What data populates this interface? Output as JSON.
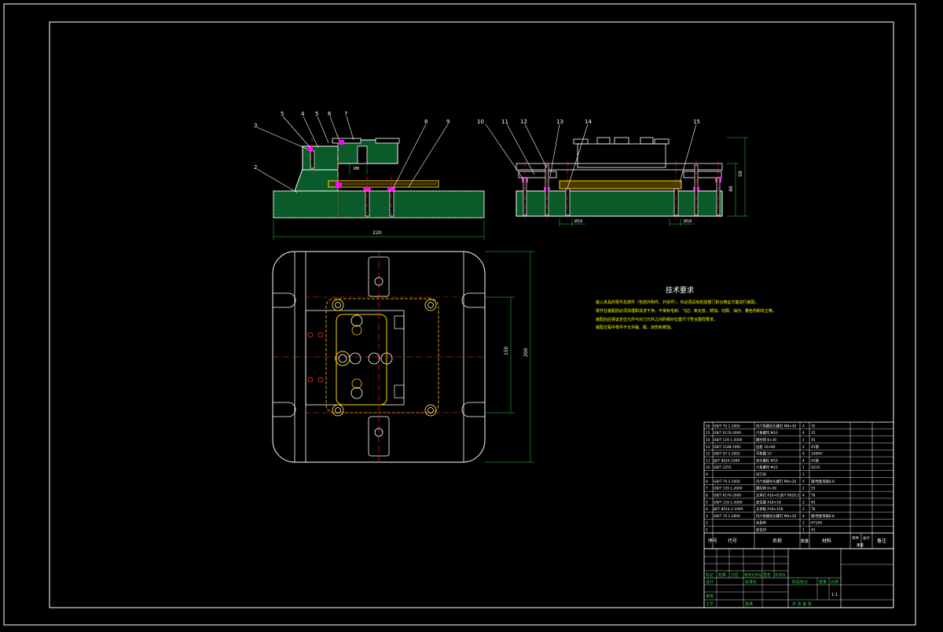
{
  "drawing": {
    "balloons_left": [
      "3",
      "2",
      "5",
      "4",
      "5",
      "6",
      "7",
      "8",
      "9"
    ],
    "balloons_right": [
      "10",
      "11",
      "12",
      "13",
      "14",
      "15"
    ],
    "dim_front_width": "220",
    "dim_plan_inner": "150",
    "dim_plan_outer": "200",
    "dim_side_h1": "58",
    "dim_side_h2": "46",
    "dim_side_small1": "Ø16",
    "dim_side_small2": "Ø16",
    "dim_front_small": "Ø8"
  },
  "tech_req": {
    "title": "技术要求",
    "lines": [
      "装入夹具的零件及部件（包括外购件、外协件），均必须具有检验部门的合格证方能进行装配。",
      "零件在装配前必须清理和清洗干净，不得有毛刺、飞边、氧化皮、锈蚀、切屑、油污、着色剂和灰尘等。",
      "装配后应保证定位元件与对刀元件之间的相对位置尺寸符合图样要求。",
      "装配过程中零件不允许磕、碰、划伤和锈蚀。"
    ]
  },
  "bom": {
    "rows": [
      {
        "no": "16",
        "code": "GB/T 70.1-2000",
        "name": "内六角圆柱头螺钉 M8×30",
        "qty": "4",
        "material": "35"
      },
      {
        "no": "15",
        "code": "GB/T 6170-2000",
        "name": "六角螺母 M10",
        "qty": "4",
        "material": "35"
      },
      {
        "no": "14",
        "code": "GB/T 119.1-2000",
        "name": "圆柱销 8×30",
        "qty": "2",
        "material": "45"
      },
      {
        "no": "13",
        "code": "GB/T 2148-1991",
        "name": "压板 10×80",
        "qty": "2",
        "material": "45钢"
      },
      {
        "no": "12",
        "code": "GB/T 97.1-2002",
        "name": "平垫圈 10",
        "qty": "4",
        "material": "140HV"
      },
      {
        "no": "11",
        "code": "JB/T 8024-1999",
        "name": "双头螺柱 M10",
        "qty": "4",
        "material": "45钢"
      },
      {
        "no": "10",
        "code": "GB/T 2255",
        "name": "六角螺母 M10",
        "qty": "1",
        "material": "Q235"
      },
      {
        "no": "9",
        "code": "",
        "name": "对刀块",
        "qty": "1",
        "material": ""
      },
      {
        "no": "8",
        "code": "GB/T 70.1-2000",
        "name": "内六角圆柱头螺钉 M6×20",
        "qty": "4",
        "material": "钢/性能等级8.8"
      },
      {
        "no": "7",
        "code": "GB/T 119.1-2000",
        "name": "圆柱销 6×30",
        "qty": "2",
        "material": "35"
      },
      {
        "no": "6",
        "code": "GB/T 6170-2000",
        "name": "支承钉 A16×8 JB/T 8029.2",
        "qty": "4",
        "material": "T8"
      },
      {
        "no": "5",
        "code": "GB/T 119.1-2000",
        "name": "定位键 A18×18",
        "qty": "2",
        "material": "45"
      },
      {
        "no": "4",
        "code": "JB/T 8014.2-1999",
        "name": "支承板 A18×100",
        "qty": "2",
        "material": "T8"
      },
      {
        "no": "3",
        "code": "GB/T 70.1-2000",
        "name": "内六角圆柱头螺钉 M6×20",
        "qty": "4",
        "material": "钢/性能等级8.8"
      },
      {
        "no": "2",
        "code": "",
        "name": "夹具体",
        "qty": "1",
        "material": "HT200"
      },
      {
        "no": "1",
        "code": "",
        "name": "定位块",
        "qty": "1",
        "material": "45"
      }
    ],
    "header": {
      "no": "序号",
      "code": "代号",
      "name": "名称",
      "qty": "数量",
      "material": "材料",
      "unit_weight": "单件",
      "total_weight": "总计",
      "weight": "重量",
      "remark": "备注"
    }
  },
  "title_block": {
    "label_mark": "标记",
    "label_count": "处数",
    "label_zone": "分区",
    "label_change": "更改文件号",
    "label_sign": "签名",
    "label_date": "年月日",
    "label_design": "设计",
    "label_std": "标准化",
    "label_check": "审核",
    "label_craft": "工艺",
    "label_approve": "批准",
    "label_stage": "阶段标记",
    "label_weight": "重量",
    "label_scale": "比例",
    "scale": "1:1",
    "label_sheets": "共 张 第 张"
  }
}
